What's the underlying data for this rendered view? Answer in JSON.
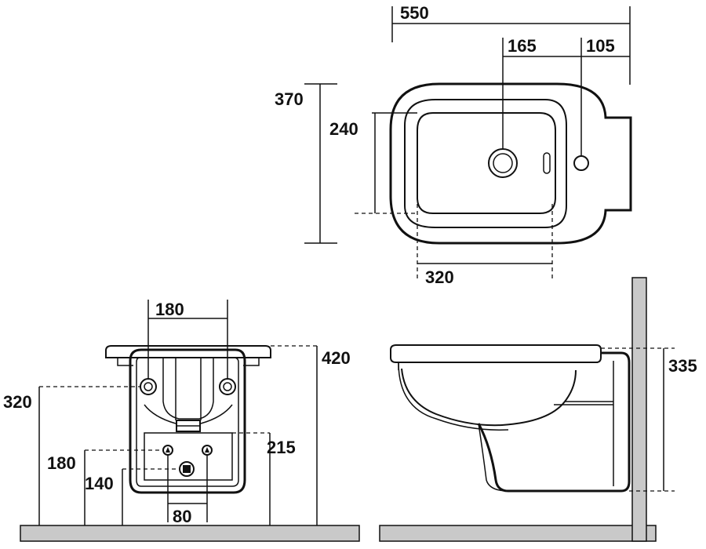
{
  "diagram": {
    "top_view": {
      "dims": {
        "overall_length": "550",
        "waste_to_wall": "165",
        "overflow_offset": "105",
        "overall_width": "370",
        "bowl_width": "240",
        "bowl_length": "320"
      }
    },
    "front_view": {
      "dims": {
        "fixing_centres": "180",
        "rim_height": "420",
        "fixing_height": "320",
        "supply_height": "215",
        "supply_to_floor": "180",
        "waste_height": "140",
        "supply_centres": "80"
      }
    },
    "side_view": {
      "dims": {
        "rim_to_floor_box": "335"
      }
    },
    "colors": {
      "line": "#111111",
      "floor_fill": "#c9c9c9",
      "wall_fill": "#c9c9c9"
    }
  }
}
